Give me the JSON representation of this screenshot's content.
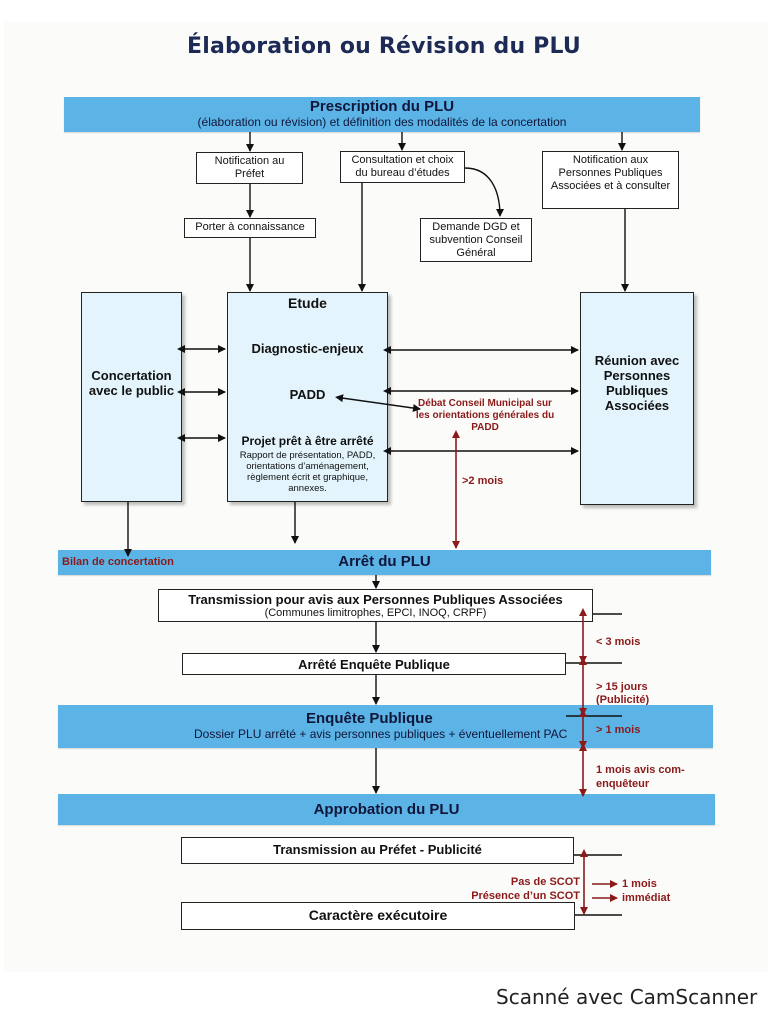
{
  "title": "Élaboration ou Révision du PLU",
  "prescription": {
    "title": "Prescription du PLU",
    "subtitle": "(élaboration ou révision) et définition des modalités de la concertation"
  },
  "notification_prefet": "Notification au Préfet",
  "consultation": "Consultation et choix du bureau d’études",
  "notification_ppa": "Notification aux Personnes Publiques Associées et à consulter",
  "porter": "Porter à connaissance",
  "demande_dgd": "Demande DGD et subvention Conseil Général",
  "concertation": "Concertation avec le public",
  "etude": {
    "title": "Etude",
    "diagnostic": "Diagnostic-enjeux",
    "padd": "PADD",
    "projet_title": "Projet prêt à être arrêté",
    "projet_detail": "Rapport de présentation, PADD, orientations d’aménagement, règlement écrit et graphique, annexes."
  },
  "reunion": "Réunion avec Personnes Publiques Associées",
  "debat": "Débat Conseil Municipal sur les orientations générales du PADD",
  "delay_2mois": ">2 mois",
  "bilan": "Bilan de concertation",
  "arret": "Arrêt du PLU",
  "transmission_avis": {
    "title": "Transmission pour avis aux Personnes Publiques Associées",
    "sub": "(Communes limitrophes, EPCI, INOQ, CRPF)"
  },
  "delay_3mois": "< 3 mois",
  "arrete_enquete": "Arrêté Enquête Publique",
  "delay_15jours": "> 15 jours (Publicité)",
  "enquete": {
    "title": "Enquête Publique",
    "sub": "Dossier PLU arrêté + avis personnes publiques + éventuellement PAC"
  },
  "delay_1mois_min": "> 1 mois",
  "delay_1mois_commissaire": "1 mois avis com-enquêteur",
  "approbation": "Approbation du PLU",
  "transmission_prefet": "Transmission au Préfet - Publicité",
  "pas_scot": "Pas de SCOT",
  "presence_scot": "Présence d’un SCOT",
  "result_1mois": "1 mois",
  "result_immediat": "immédiat",
  "executoire": "Caractère exécutoire",
  "footer": "Scanné avec CamScanner",
  "colors": {
    "band": "#5bb3e6",
    "tall_box": "#e3f4fd",
    "accent_red": "#8b1a1a",
    "title": "#1c2a55"
  }
}
